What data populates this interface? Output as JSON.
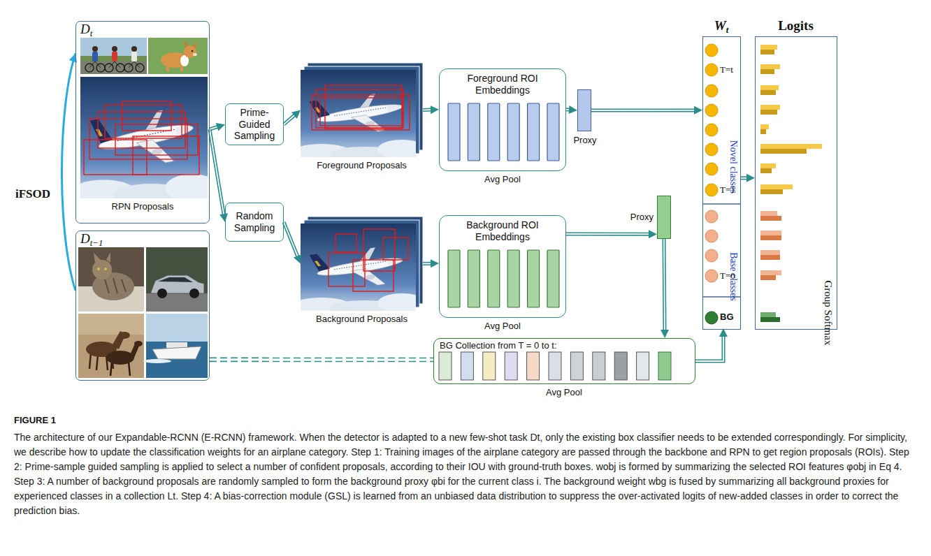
{
  "diagram": {
    "caption": "The architecture of our Expandable-RCNN (E-RCNN) framework. When the detector is adapted to a new few-shot task Dt, only the existing box classifier needs to be extended correspondingly. For simplicity, we describe how to update the classification weights for an airplane category. Step 1: Training images of the airplane category are passed through the backbone and RPN to get region proposals (ROIs). Step 2: Prime-sample guided sampling is applied to select a number of confident proposals, according to their IOU with ground-truth boxes. wobj is formed by summarizing the selected ROI features φobj in Eq 4. Step 3: A number of background proposals are randomly sampled to form the background proxy φbi for the current class i. The background weight wbg is fused by summarizing all background proxies for experienced classes in a collection Lt. Step 4: A bias-correction module (GSL) is learned from an unbiased data distribution to suppress the over-activated logits of new-added classes in order to correct the prediction bias.",
    "nodes": [
      {
        "text": [
          "Dt",
          "RPN Proposals"
        ]
      },
      {
        "text": [
          "Dt−1"
        ]
      },
      {
        "text": [
          "Prime-Guided Sampling"
        ]
      },
      {
        "text": [
          "Random Sampling"
        ]
      },
      {
        "text": [
          "Foreground Proposals"
        ]
      },
      {
        "text": [
          "Background Proposals"
        ]
      },
      {
        "text": [
          "Foreground ROI Embeddings",
          "Avg Pool"
        ]
      },
      {
        "text": [
          "Background ROI Embeddings",
          "Avg Pool"
        ]
      },
      {
        "text": [
          "Proxy"
        ]
      },
      {
        "text": [
          "Proxy"
        ]
      },
      {
        "text": [
          "BG Collection from T = 0 to t:",
          "Avg Pool"
        ]
      },
      {
        "text": [
          "Wt",
          "Novel classes",
          "Base classes"
        ]
      },
      {
        "text": [
          "BG"
        ],
        "in": 11
      },
      {
        "text": [
          "Logits",
          "Group Softmax"
        ]
      }
    ],
    "edges": [
      {
        "from": 1,
        "to": 0,
        "arrow": "to",
        "label": "iFSOD"
      },
      {
        "from": 0,
        "to": 2,
        "arrow": "to"
      },
      {
        "from": 0,
        "to": 3,
        "arrow": "to"
      },
      {
        "from": 2,
        "to": 4,
        "arrow": "to"
      },
      {
        "from": 3,
        "to": 5,
        "arrow": "to"
      },
      {
        "from": 4,
        "to": 6,
        "arrow": "to"
      },
      {
        "from": 5,
        "to": 7,
        "arrow": "to"
      },
      {
        "from": 6,
        "to": 8,
        "arrow": "to"
      },
      {
        "from": 7,
        "to": 9,
        "arrow": "to"
      },
      {
        "from": 9,
        "to": 10,
        "arrow": "to"
      },
      {
        "from": 8,
        "to": 11,
        "arrow": "to"
      },
      {
        "from": 1,
        "to": 10,
        "arrow": "none"
      },
      {
        "from": 10,
        "to": 12,
        "arrow": "to"
      },
      {
        "from": 11,
        "to": 13,
        "arrow": "to"
      }
    ],
    "labels": [
      "T=t",
      "T=1",
      "T=0",
      "FIGURE 1"
    ]
  }
}
